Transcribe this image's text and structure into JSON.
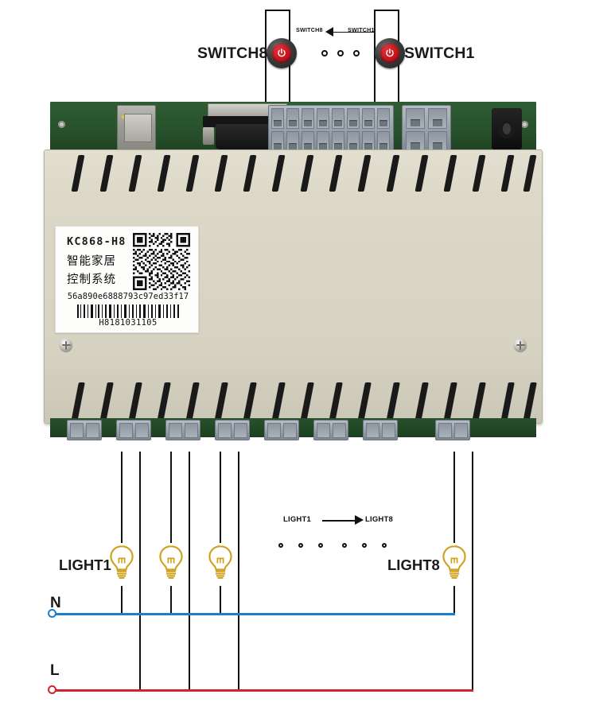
{
  "diagram": {
    "title": "KC868-H8 smart home controller wiring diagram",
    "colors": {
      "wire": "#111111",
      "neutral_rail": "#1b7fd0",
      "live_rail": "#d0252c",
      "bulb": "#cfa01d",
      "button_red": "#c4161c",
      "case": "#dcd8c8",
      "pcb_green": "#27512b",
      "terminal_gray": "#9aa3ad"
    }
  },
  "top_section": {
    "switch_left_label": "SWITCH8",
    "switch_right_label": "SWITCH1",
    "range_from": "SWITCH1",
    "range_to": "SWITCH8",
    "range_arrow_direction": "right-to-left",
    "ellipsis_dot_count": 3
  },
  "device": {
    "label": {
      "model": "KC868-H8",
      "cn_line1": "智能家居",
      "cn_line2": "控制系统",
      "mac": "56a890e6888793c97ed33f17",
      "serial": "H8181031105"
    },
    "ports": {
      "ethernet": "rj45-ethernet-jack",
      "serial": "db9-serial-port",
      "power": "dc-barrel-power-jack",
      "input_terminal_label": "8-way input terminal block",
      "aux_terminal_label": "2-way auxiliary terminal block",
      "output_terminal_label": "8-pair relay output terminal block"
    },
    "vent_slot_count_top": 17,
    "vent_slot_count_bottom": 17,
    "screw_count": 4
  },
  "bottom_section": {
    "light_left_label": "LIGHT1",
    "light_right_label": "LIGHT8",
    "range_from": "LIGHT1",
    "range_to": "LIGHT8",
    "range_arrow_direction": "left-to-right",
    "ellipsis_dot_count": 6,
    "visible_bulb_count": 4
  },
  "mains": {
    "neutral_label": "N",
    "live_label": "L"
  }
}
